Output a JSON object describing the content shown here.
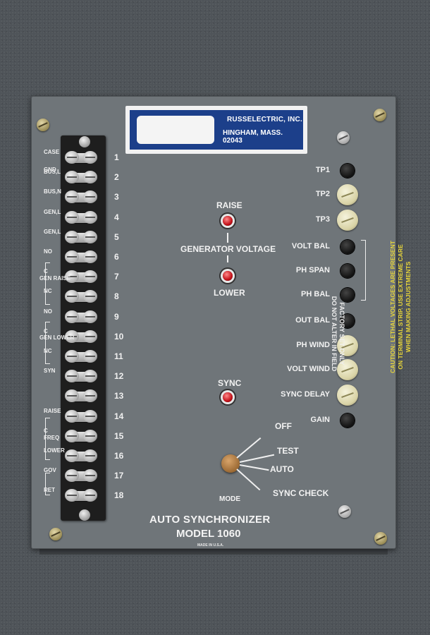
{
  "nameplate": {
    "company": "RUSSELECTRIC, INC.",
    "address": "HINGHAM, MASS. 02043"
  },
  "terminals": [
    {
      "num": "1",
      "label": "CASE"
    },
    {
      "num": "2",
      "label": "BUS,L"
    },
    {
      "num": "3",
      "label": "BUS,N"
    },
    {
      "num": "4",
      "label": "GEN,L"
    },
    {
      "num": "5",
      "label": "GEN,L"
    },
    {
      "num": "6",
      "label": "NO"
    },
    {
      "num": "7",
      "label": "C"
    },
    {
      "num": "8",
      "label": "NC"
    },
    {
      "num": "9",
      "label": "NO"
    },
    {
      "num": "10",
      "label": "C"
    },
    {
      "num": "11",
      "label": "NC"
    },
    {
      "num": "12",
      "label": "SYN"
    },
    {
      "num": "13",
      "label": ""
    },
    {
      "num": "14",
      "label": "RAISE"
    },
    {
      "num": "15",
      "label": "C"
    },
    {
      "num": "16",
      "label": "LOWER"
    },
    {
      "num": "17",
      "label": "GOV"
    },
    {
      "num": "18",
      "label": "RET"
    }
  ],
  "terminal_extra": {
    "gnd": "GND",
    "gen_raise": "GEN RAISE",
    "gen_lower": "GEN LOWER",
    "freq": "FREQ"
  },
  "center": {
    "raise": "RAISE",
    "generator_voltage": "GENERATOR VOLTAGE",
    "lower": "LOWER",
    "sync": "SYNC",
    "mode": "MODE",
    "mode_options": [
      "OFF",
      "TEST",
      "AUTO",
      "SYNC CHECK"
    ]
  },
  "adjustments": [
    {
      "label": "TP1",
      "kind": "jack"
    },
    {
      "label": "TP2",
      "kind": "pot"
    },
    {
      "label": "TP3",
      "kind": "pot"
    },
    {
      "label": "VOLT BAL",
      "kind": "jack"
    },
    {
      "label": "PH SPAN",
      "kind": "jack"
    },
    {
      "label": "PH BAL",
      "kind": "jack"
    },
    {
      "label": "OUT BAL",
      "kind": "jack"
    },
    {
      "label": "PH WIND",
      "kind": "pot"
    },
    {
      "label": "VOLT WIND",
      "kind": "pot"
    },
    {
      "label": "SYNC DELAY",
      "kind": "pot"
    },
    {
      "label": "GAIN",
      "kind": "jack"
    }
  ],
  "factory_note": [
    "FACTORY SET ONLY",
    "DO NOT ALTER IN FIELD"
  ],
  "caution": [
    "CAUTION: LETHAL VOLTAGES ARE PRESENT",
    "ON TERMINAL STRIP. USE EXTREME CARE",
    "WHEN MAKING ADJUSTMENTS"
  ],
  "title": {
    "line1": "AUTO SYNCHRONIZER",
    "line2": "MODEL 1060",
    "made_in": "MADE IN U.S.A."
  },
  "colors": {
    "panel": "#6f7579",
    "nameplate_blue": "#1c3f8a",
    "caution_yellow": "#e6d43a",
    "led_red": "#c4121a"
  }
}
